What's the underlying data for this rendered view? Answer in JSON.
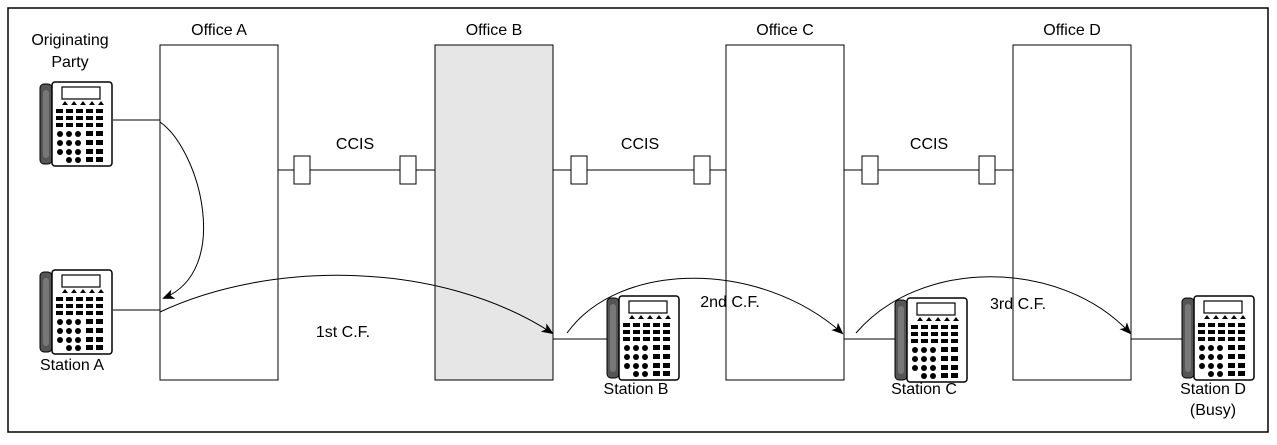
{
  "offices": [
    {
      "label": "Office A",
      "highlighted": false
    },
    {
      "label": "Office B",
      "highlighted": true
    },
    {
      "label": "Office C",
      "highlighted": false
    },
    {
      "label": "Office D",
      "highlighted": false
    }
  ],
  "links": [
    {
      "label": "CCIS"
    },
    {
      "label": "CCIS"
    },
    {
      "label": "CCIS"
    }
  ],
  "originating_party": {
    "line1": "Originating",
    "line2": "Party"
  },
  "stations": {
    "a": "Station A",
    "b": "Station B",
    "c": "Station C",
    "d": "Station D",
    "d_note": "(Busy)"
  },
  "forwards": {
    "first": "1st C.F.",
    "second": "2nd C.F.",
    "third": "3rd C.F."
  },
  "colors": {
    "office_fill": "#ffffff",
    "office_highlight_fill": "#e6e6e6",
    "line": "#000000"
  },
  "icons": [
    "telephone-icon"
  ]
}
